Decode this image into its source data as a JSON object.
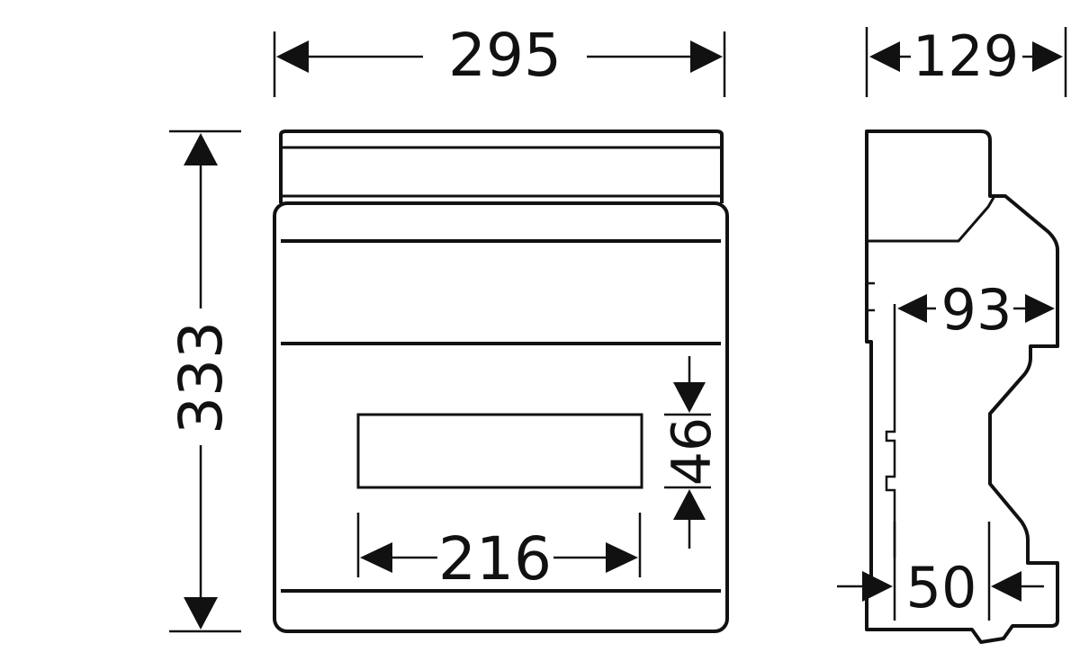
{
  "drawing": {
    "front_view": {
      "width_dim": "295",
      "height_dim": "333",
      "window_width_dim": "216",
      "window_height_dim": "46"
    },
    "side_view": {
      "depth_dim": "129",
      "inner_depth_dim": "93",
      "bottom_depth_dim": "50"
    }
  }
}
